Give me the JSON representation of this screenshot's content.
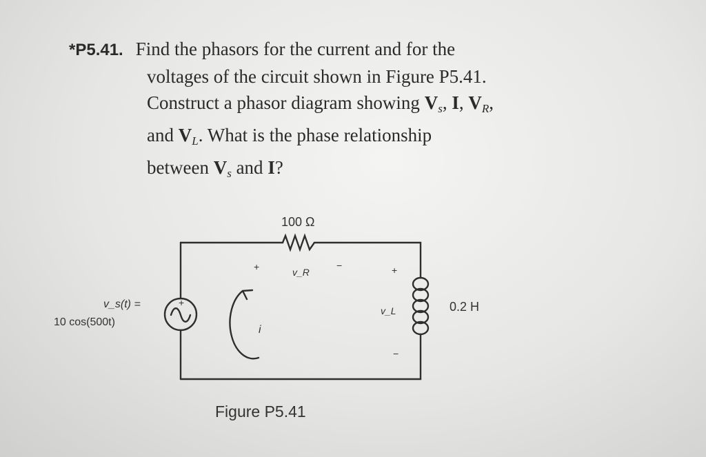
{
  "problem": {
    "number": "*P5.41.",
    "line1": "Find the phasors for the current and for the",
    "line2": "voltages of the circuit shown in Figure P5.41.",
    "line3_pre": "Construct a phasor diagram showing ",
    "line3_vs": "V",
    "line3_vs_sub": "s",
    "line3_sep1": ", ",
    "line3_i": "I",
    "line3_sep2": ", ",
    "line3_vr": "V",
    "line3_vr_sub": "R",
    "line3_post": ",",
    "line4_pre": "and ",
    "line4_vl": "V",
    "line4_vl_sub": "L",
    "line4_post": ". What is the phase relationship",
    "line5_pre": "between ",
    "line5_vs": "V",
    "line5_vs_sub": "s",
    "line5_mid": " and ",
    "line5_i": "I",
    "line5_post": "?"
  },
  "circuit": {
    "resistor_label": "100 Ω",
    "inductor_label": "0.2 H",
    "source_label_line1": "v_s(t) =",
    "source_label_line2": "10 cos(500t)",
    "source_plus": "+",
    "vr_plus": "+",
    "vr_label": "v_R",
    "vr_minus": "−",
    "vl_plus": "+",
    "vl_label": "v_L",
    "vl_minus": "−",
    "current_label": "i"
  },
  "caption": "Figure P5.41"
}
